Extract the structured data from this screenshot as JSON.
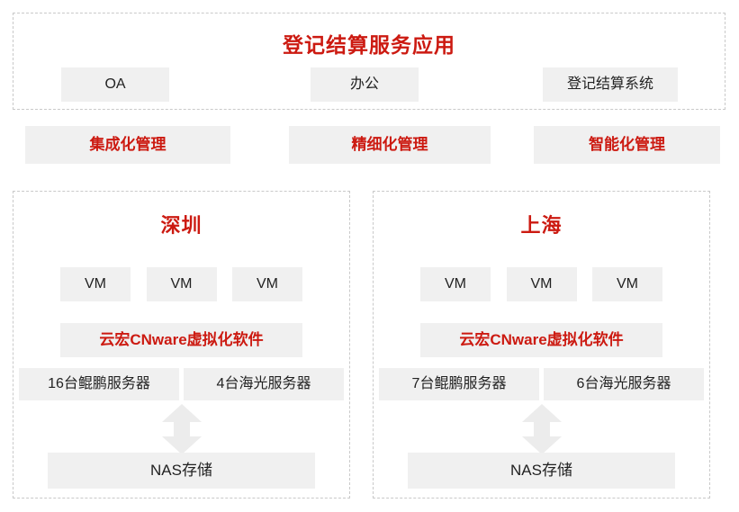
{
  "diagram": {
    "application_band": {
      "title": "登记结算服务应用",
      "tiles": [
        {
          "label": "OA"
        },
        {
          "label": "办公"
        },
        {
          "label": "登记结算系统"
        }
      ]
    },
    "management_row": [
      {
        "label": "集成化管理"
      },
      {
        "label": "精细化管理"
      },
      {
        "label": "智能化管理"
      }
    ],
    "sites": [
      {
        "name": "深圳",
        "vms": [
          {
            "label": "VM"
          },
          {
            "label": "VM"
          },
          {
            "label": "VM"
          }
        ],
        "hypervisor": "云宏CNware虚拟化软件",
        "servers": [
          {
            "label": "16台鲲鹏服务器"
          },
          {
            "label": "4台海光服务器"
          }
        ],
        "link_icon": "double-arrow-vertical-icon",
        "storage": "NAS存储"
      },
      {
        "name": "上海",
        "vms": [
          {
            "label": "VM"
          },
          {
            "label": "VM"
          },
          {
            "label": "VM"
          }
        ],
        "hypervisor": "云宏CNware虚拟化软件",
        "servers": [
          {
            "label": "7台鲲鹏服务器"
          },
          {
            "label": "6台海光服务器"
          }
        ],
        "link_icon": "double-arrow-vertical-icon",
        "storage": "NAS存储"
      }
    ],
    "colors": {
      "accent_red": "#cc1a11",
      "tile_fill": "#f0f0f0",
      "dashed_border": "#c9c9c9",
      "arrow_fill": "#ececec",
      "text": "#222222",
      "background": "#ffffff"
    }
  }
}
